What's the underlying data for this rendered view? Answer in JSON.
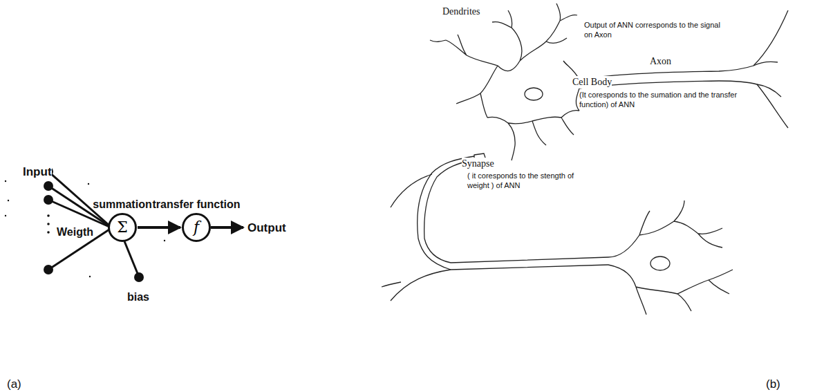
{
  "diagram": {
    "nodes": [
      {
        "text": [
          "summation",
          "Σ"
        ]
      },
      {
        "text": [
          "transfer function",
          "f"
        ]
      }
    ],
    "edges": [
      {
        "from": 0,
        "to": 1,
        "arrow": "to"
      }
    ],
    "labels": [
      "Input",
      "Weigth",
      "bias",
      "Output",
      "Dendrites",
      "Output of ANN corresponds to the signal on Axon",
      "Axon",
      "Cell Body",
      "(It coresponds to the sumation and the transfer function) of ANN",
      "Synapse",
      "( it coresponds to the stength of weight ) of ANN",
      "(a)",
      "(b)"
    ]
  }
}
